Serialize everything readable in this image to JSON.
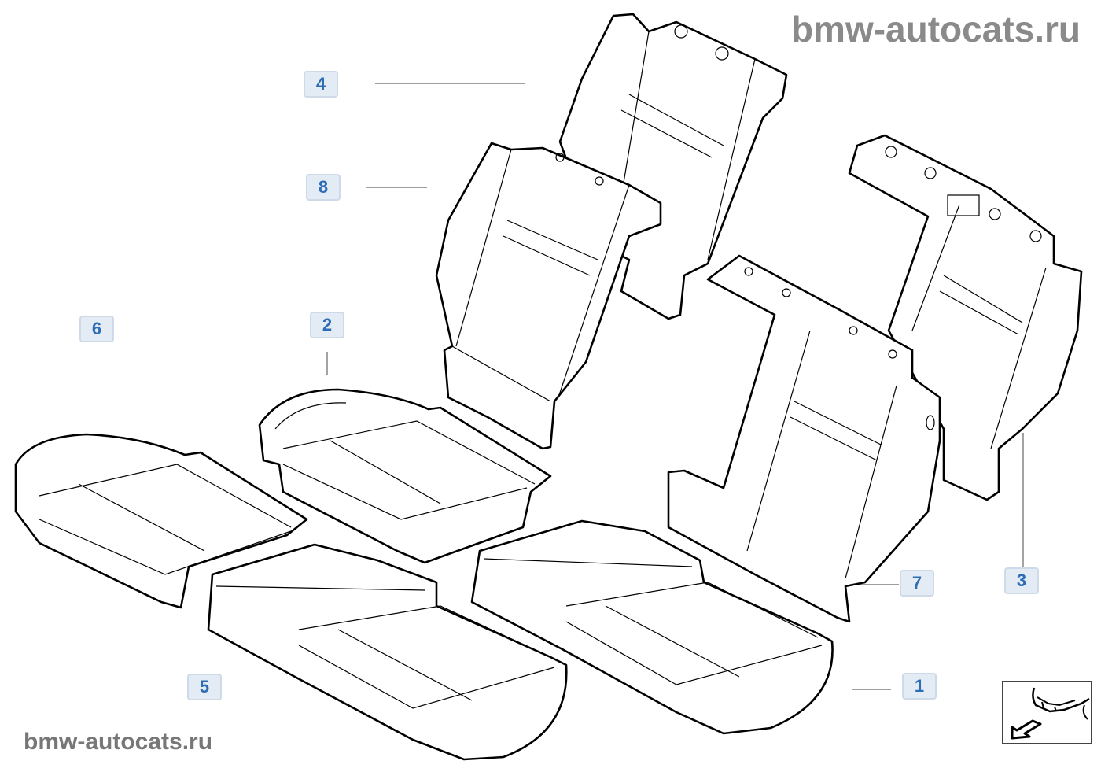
{
  "watermark_top": "bmw-autocats.ru",
  "watermark_bottom": "bmw-autocats.ru",
  "callouts": [
    "1",
    "2",
    "3",
    "4",
    "5",
    "6",
    "7",
    "8"
  ],
  "nav_thumbnail": {
    "icon": "car-front-arrow-icon"
  }
}
